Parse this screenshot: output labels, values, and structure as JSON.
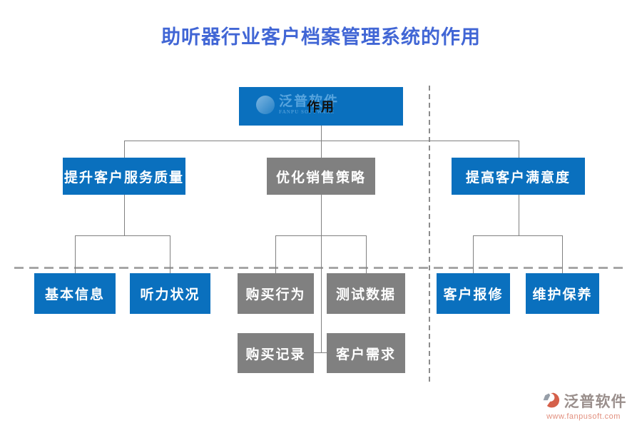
{
  "title": "助听器行业客户档案管理系统的作用",
  "diagram": {
    "root": "作用",
    "branches": [
      {
        "label": "提升客户服务质量",
        "children": [
          "基本信息",
          "听力状况"
        ]
      },
      {
        "label": "优化销售策略",
        "children": [
          "购买行为",
          "测试数据",
          "购买记录",
          "客户需求"
        ]
      },
      {
        "label": "提高客户满意度",
        "children": [
          "客户报修",
          "维护保养"
        ]
      }
    ]
  },
  "watermark": {
    "text": "泛普软件",
    "subtext": "FANPU SOFTWARE"
  },
  "footer": {
    "brand": "泛普软件",
    "url": "www.fanpusoft.com"
  },
  "colors": {
    "node_blue": "#0A70BE",
    "node_gray": "#808080",
    "title_blue": "#4166D5",
    "connector_gray": "#808080",
    "dash_gray": "#A6A6A6",
    "footer_url_red": "#E2907F"
  }
}
